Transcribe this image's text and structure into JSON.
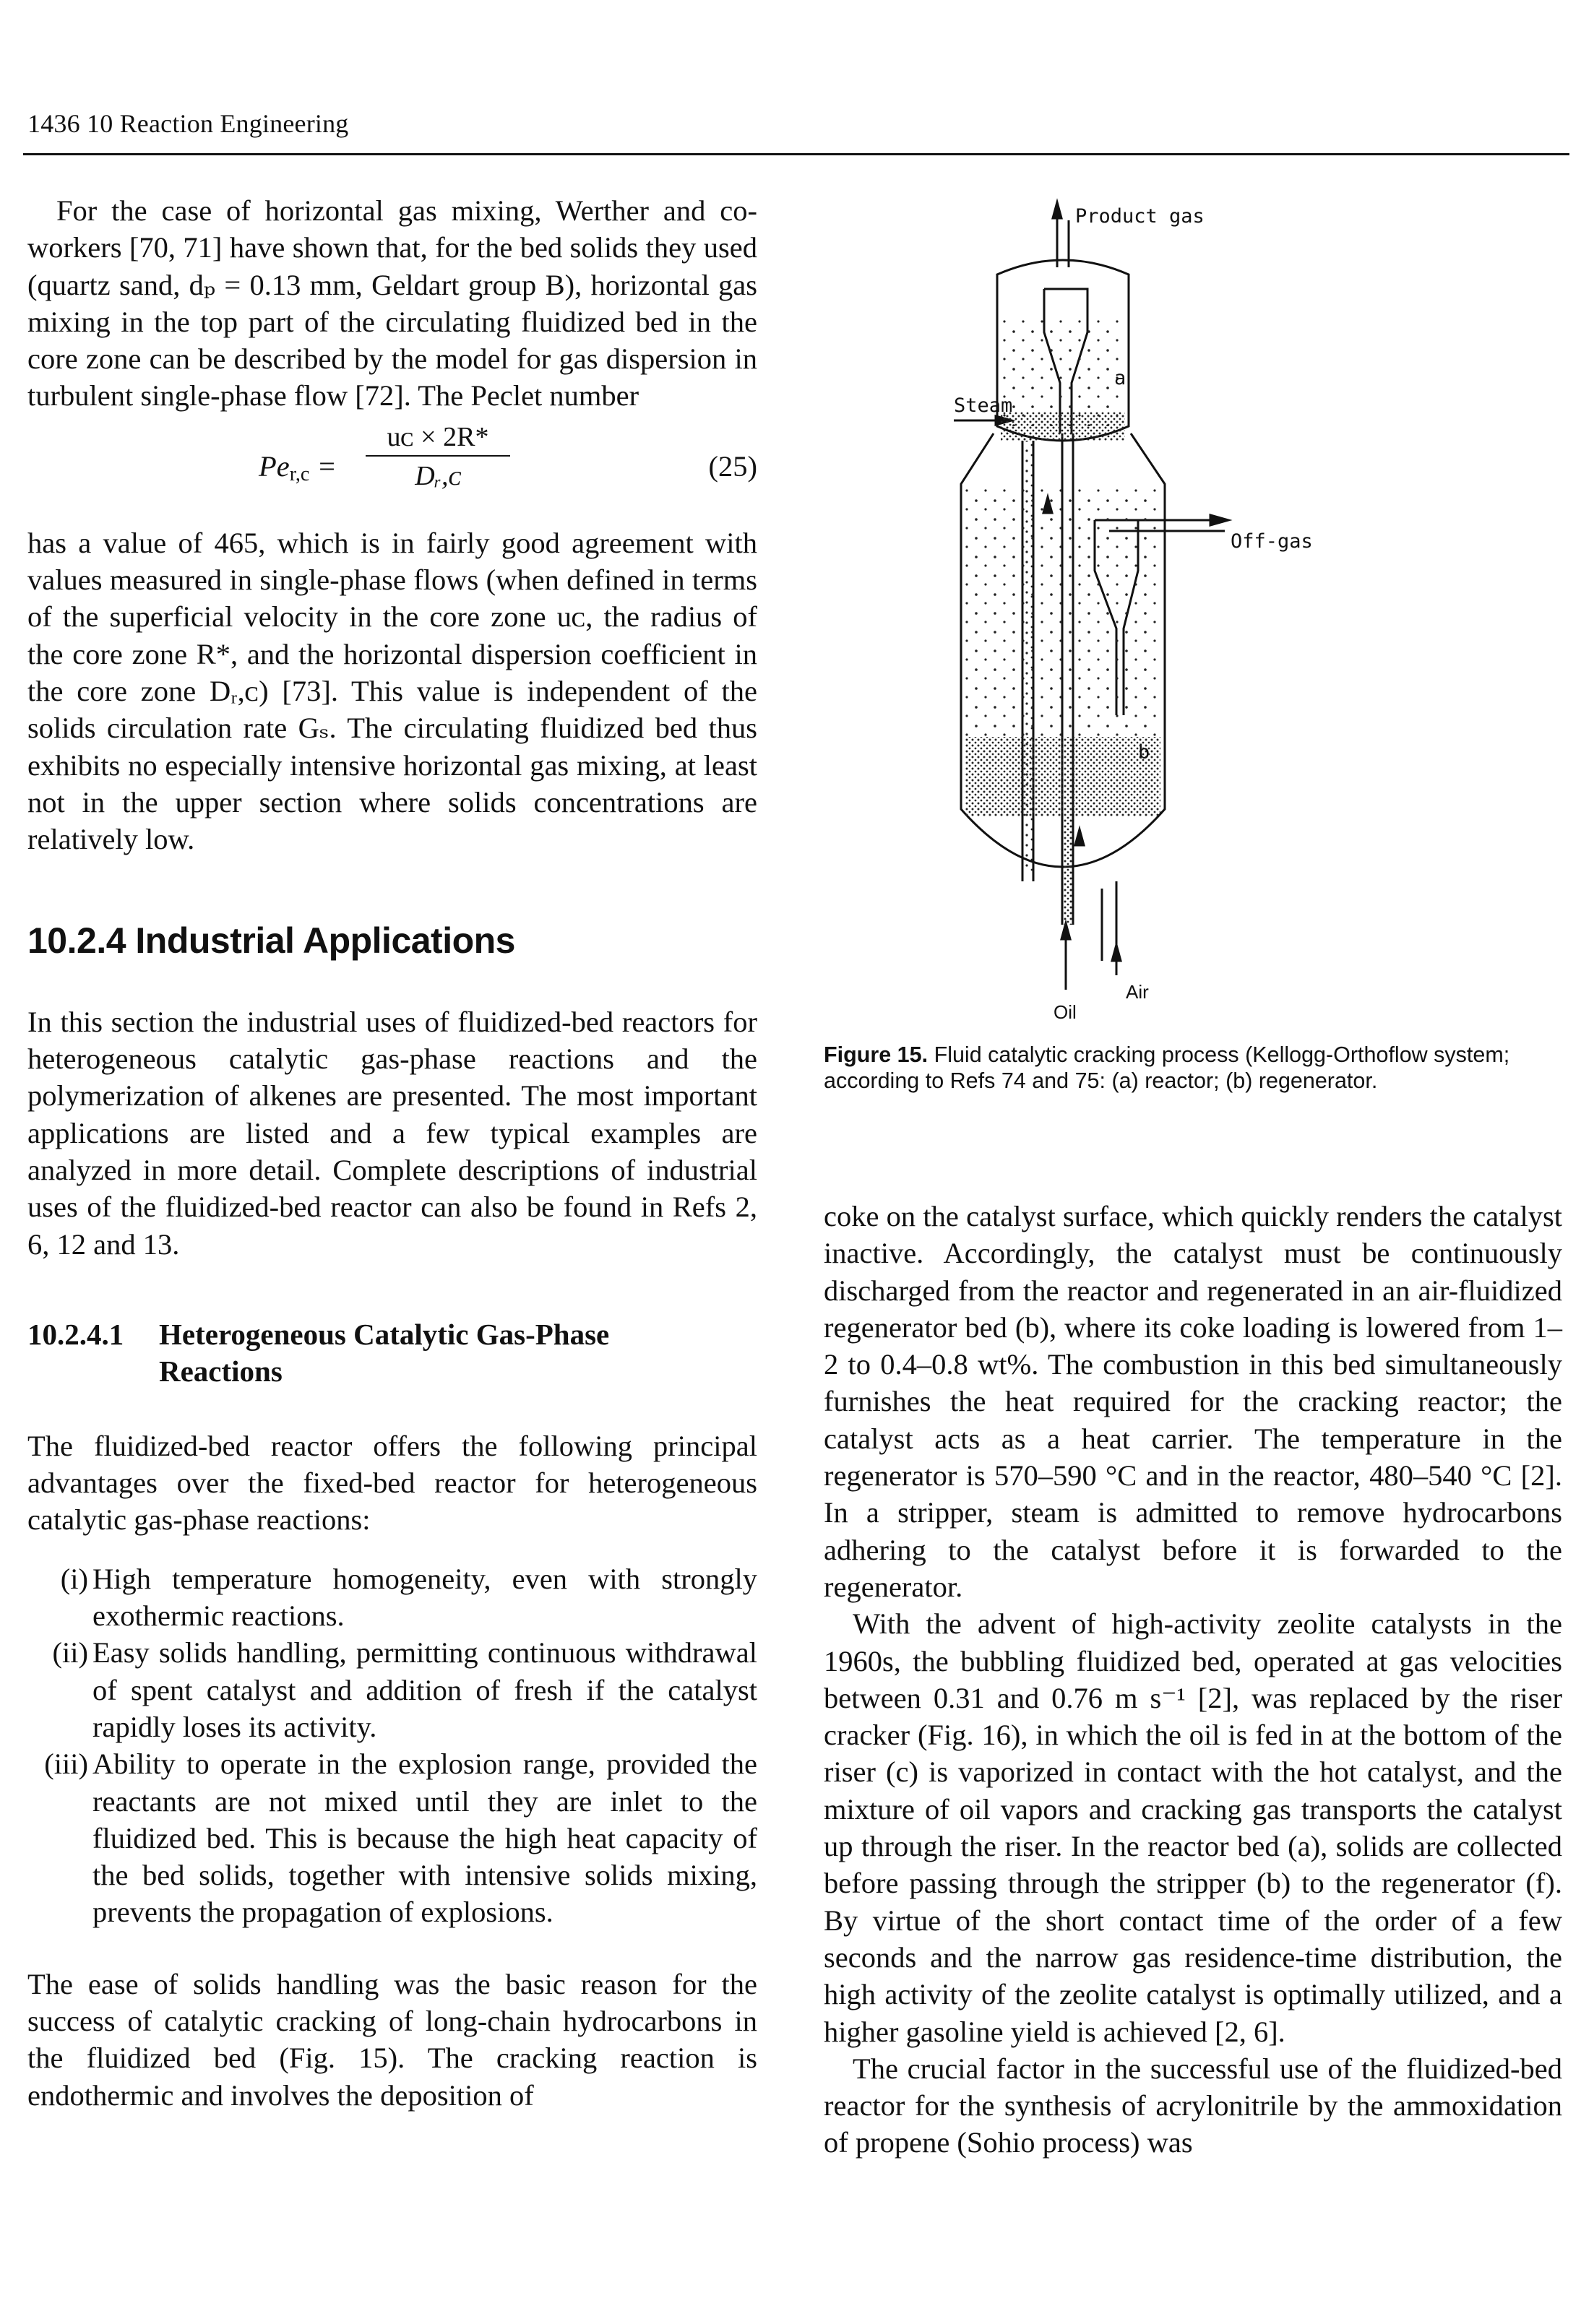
{
  "header": {
    "running_head": "1436  10 Reaction Engineering"
  },
  "left_column": {
    "para1": "For the case of horizontal gas mixing, Werther and co-workers [70, 71] have shown that, for the bed solids they used (quartz sand, dₚ = 0.13 mm, Geldart group B), horizontal gas mixing in the top part of the circulating fluidized bed in the core zone can be described by the model for gas dispersion in turbulent single-phase flow [72]. The Peclet number",
    "equation": {
      "lhs": "Pe",
      "lhs_sub": "r,c",
      "numerator": "uᴄ × 2R*",
      "denominator": "Dᵣ,ᴄ",
      "number": "(25)"
    },
    "para2": "has a value of 465, which is in fairly good agreement with values measured in single-phase flows (when defined in terms of the superficial velocity in the core zone uᴄ, the radius of the core zone R*, and the horizontal dispersion coefficient in the core zone Dᵣ,ᴄ) [73]. This value is independent of the solids circulation rate Gₛ. The circulating fluidized bed thus exhibits no especially intensive horizontal gas mixing, at least not in the upper section where solids concentrations are relatively low.",
    "section_heading": "10.2.4 Industrial Applications",
    "para3": "In this section the industrial uses of fluidized-bed reactors for heterogeneous catalytic gas-phase reactions and the polymerization of alkenes are presented. The most important applications are listed and a few typical examples are analyzed in more detail. Complete descriptions of industrial uses of the fluidized-bed reactor can also be found in Refs 2, 6, 12 and 13.",
    "subsection_number": "10.2.4.1",
    "subsection_title_line1": "Heterogeneous Catalytic Gas-Phase",
    "subsection_title_line2": "Reactions",
    "para4": "The fluidized-bed reactor offers the following principal advantages over the fixed-bed reactor for heterogeneous catalytic gas-phase reactions:",
    "list": [
      {
        "mark": "(i)",
        "text": "High temperature homogeneity, even with strongly exothermic reactions."
      },
      {
        "mark": "(ii)",
        "text": "Easy solids handling, permitting continuous withdrawal of spent catalyst and addition of fresh if the catalyst rapidly loses its activity."
      },
      {
        "mark": "(iii)",
        "text": "Ability to operate in the explosion range, provided the reactants are not mixed until they are inlet to the fluidized bed. This is because the high heat capacity of the bed solids, together with intensive solids mixing, prevents the propagation of explosions."
      }
    ],
    "para5": "The ease of solids handling was the basic reason for the success of catalytic cracking of long-chain hydrocarbons in the fluidized bed (Fig. 15). The cracking reaction is endothermic and involves the deposition of"
  },
  "figure": {
    "labels": {
      "product_gas": "Product gas",
      "steam": "Steam",
      "off_gas": "Off-gas",
      "oil": "Oil",
      "air": "Air",
      "a": "a",
      "b": "b"
    },
    "caption_label": "Figure 15.",
    "caption_text": "Fluid catalytic cracking process (Kellogg-Orthoflow system; according to Refs 74 and 75: (a) reactor; (b) regenerator."
  },
  "right_column": {
    "para1": "coke on the catalyst surface, which quickly renders the catalyst inactive. Accordingly, the catalyst must be continuously discharged from the reactor and regenerated in an air-fluidized regenerator bed (b), where its coke loading is lowered from 1–2 to 0.4–0.8 wt%. The combustion in this bed simultaneously furnishes the heat required for the cracking reactor; the catalyst acts as a heat carrier. The temperature in the regenerator is 570–590 °C and in the reactor, 480–540 °C [2]. In a stripper, steam is admitted to remove hydrocarbons adhering to the catalyst before it is forwarded to the regenerator.",
    "para2": "With the advent of high-activity zeolite catalysts in the 1960s, the bubbling fluidized bed, operated at gas velocities between 0.31 and 0.76 m s⁻¹ [2], was replaced by the riser cracker (Fig. 16), in which the oil is fed in at the bottom of the riser (c) is vaporized in contact with the hot catalyst, and the mixture of oil vapors and cracking gas transports the catalyst up through the riser. In the reactor bed (a), solids are collected before passing through the stripper (b) to the regenerator (f). By virtue of the short contact time of the order of a few seconds and the narrow gas residence-time distribution, the high activity of the zeolite catalyst is optimally utilized, and a higher gasoline yield is achieved [2, 6].",
    "para3": "The crucial factor in the successful use of the fluidized-bed reactor for the synthesis of acrylonitrile by the ammoxidation of propene (Sohio process) was"
  }
}
